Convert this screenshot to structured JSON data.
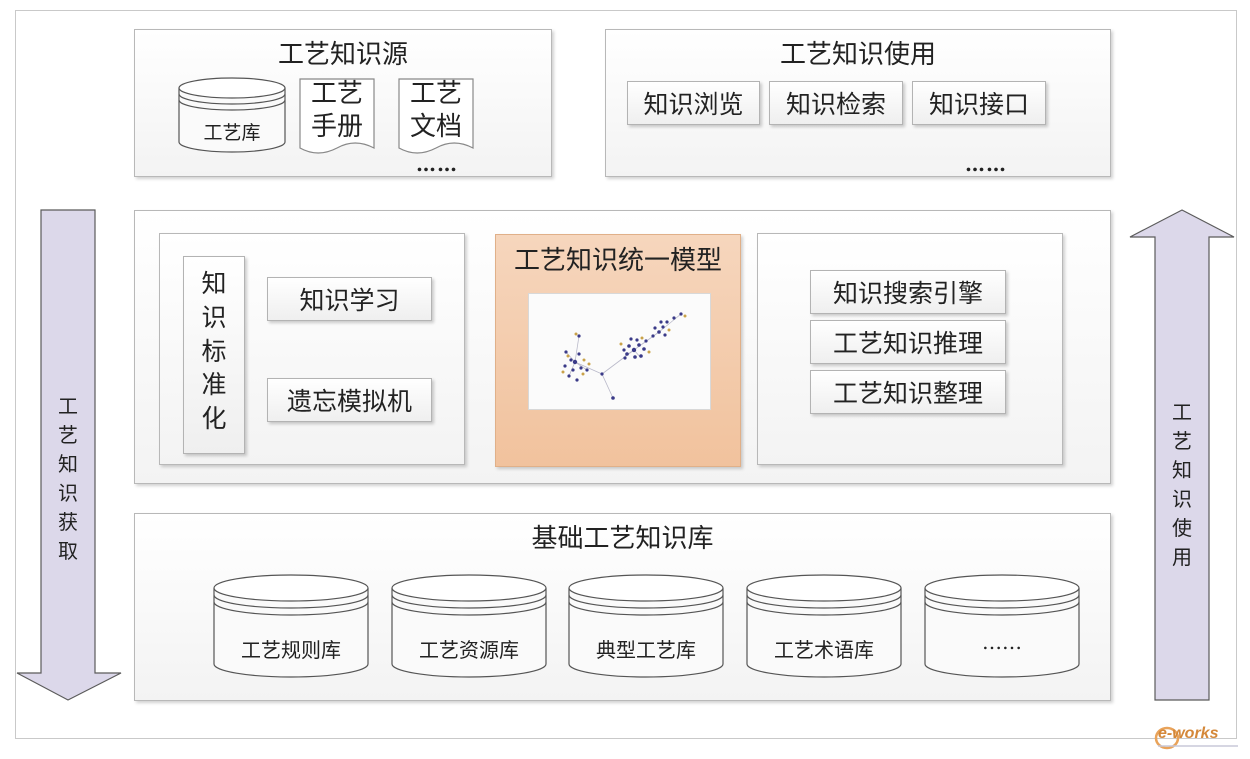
{
  "source": {
    "title": "工艺知识源",
    "process_db": "工艺库",
    "manual": [
      "工艺",
      "手册"
    ],
    "document": [
      "工艺",
      "文档"
    ],
    "more": "……"
  },
  "usage": {
    "title": "工艺知识使用",
    "buttons": [
      "知识浏览",
      "知识检索",
      "知识接口"
    ],
    "more": "……"
  },
  "middle": {
    "standardize": [
      "知",
      "识",
      "标",
      "准",
      "化"
    ],
    "learning": "知识学习",
    "forgetting": "遗忘模拟机",
    "model_title": "工艺知识统一模型",
    "right_buttons": [
      "知识搜索引擎",
      "工艺知识推理",
      "工艺知识整理"
    ]
  },
  "base": {
    "title": "基础工艺知识库",
    "databases": [
      "工艺规则库",
      "工艺资源库",
      "典型工艺库",
      "工艺术语库",
      "……"
    ]
  },
  "arrows": {
    "left": [
      "工",
      "艺",
      "知",
      "识",
      "获",
      "取"
    ],
    "right": [
      "工",
      "艺",
      "知",
      "识",
      "使",
      "用"
    ]
  },
  "logo": {
    "text": "e-works"
  },
  "colors": {
    "arrow_fill": "#dcd8ea",
    "arrow_stroke": "#5b5b5b",
    "model_fill_top": "#f4cdb0",
    "model_fill_bottom": "#f2c49f",
    "graph_node": "#3a3a88",
    "graph_node_accent": "#c9a24a"
  }
}
